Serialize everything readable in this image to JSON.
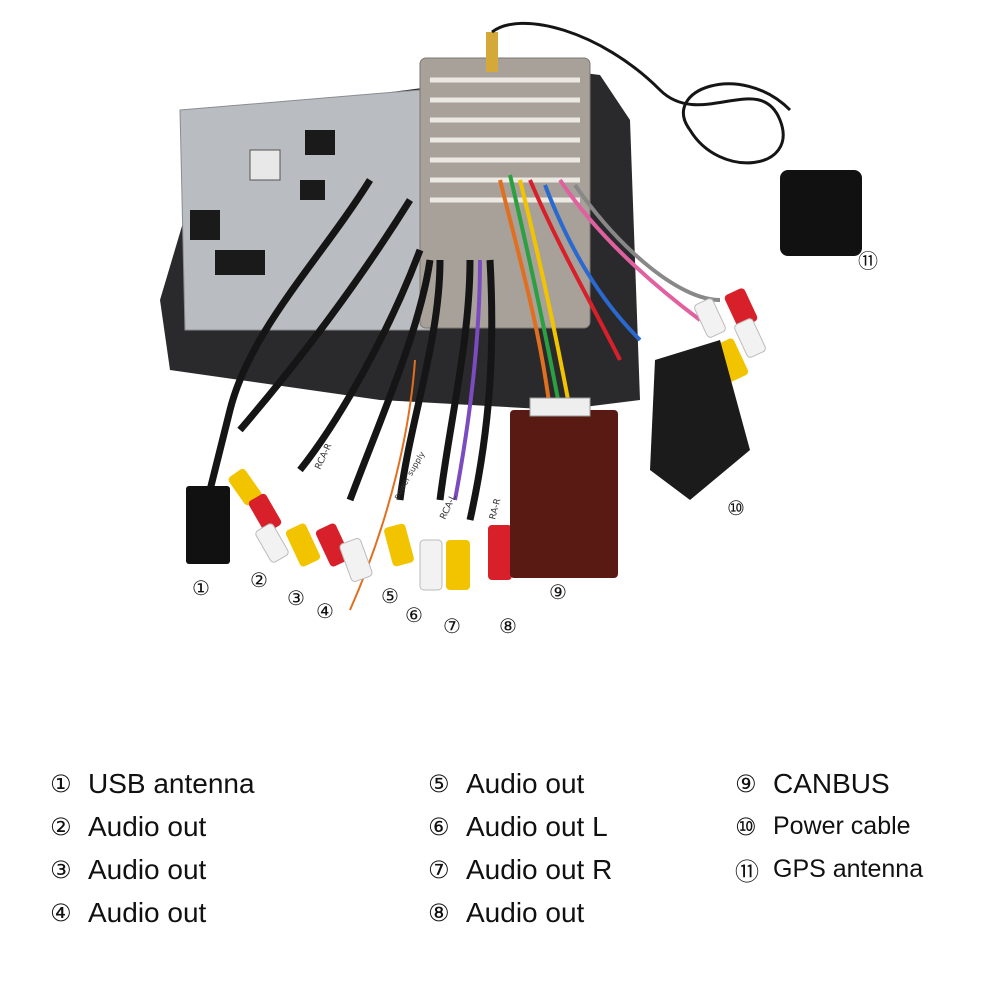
{
  "photo": {
    "callouts": [
      "①",
      "②",
      "③",
      "④",
      "⑤",
      "⑥",
      "⑦",
      "⑧",
      "⑨",
      "⑩",
      "⑪"
    ],
    "wire_tags": [
      "RCA-R",
      "RCA-L",
      "RA-R",
      "power supply"
    ],
    "colors": {
      "chassis": "#b9bcc0",
      "heatsink": "#a7a19a",
      "frame": "#2a2a2c",
      "cable": "#151515",
      "rca_red": "#d8202a",
      "rca_yellow": "#f2c400",
      "rca_white": "#f2f2f2",
      "canbus_box": "#5a1a14",
      "wire_purple": "#7a4cc0",
      "wire_orange": "#e07020",
      "wire_green": "#2aa040"
    }
  },
  "legend": {
    "col1": [
      {
        "num": "①",
        "text": "USB antenna"
      },
      {
        "num": "②",
        "text": "Audio out"
      },
      {
        "num": "③",
        "text": "Audio out"
      },
      {
        "num": "④",
        "text": "Audio out"
      }
    ],
    "col2": [
      {
        "num": "⑤",
        "text": "Audio out"
      },
      {
        "num": "⑥",
        "text": "Audio out L"
      },
      {
        "num": "⑦",
        "text": "Audio out R"
      },
      {
        "num": "⑧",
        "text": "Audio out"
      }
    ],
    "col3": [
      {
        "num": "⑨",
        "text": "CANBUS"
      },
      {
        "num": "⑩",
        "text": "Power cable"
      },
      {
        "num": "⑪",
        "text": "GPS antenna"
      }
    ]
  }
}
